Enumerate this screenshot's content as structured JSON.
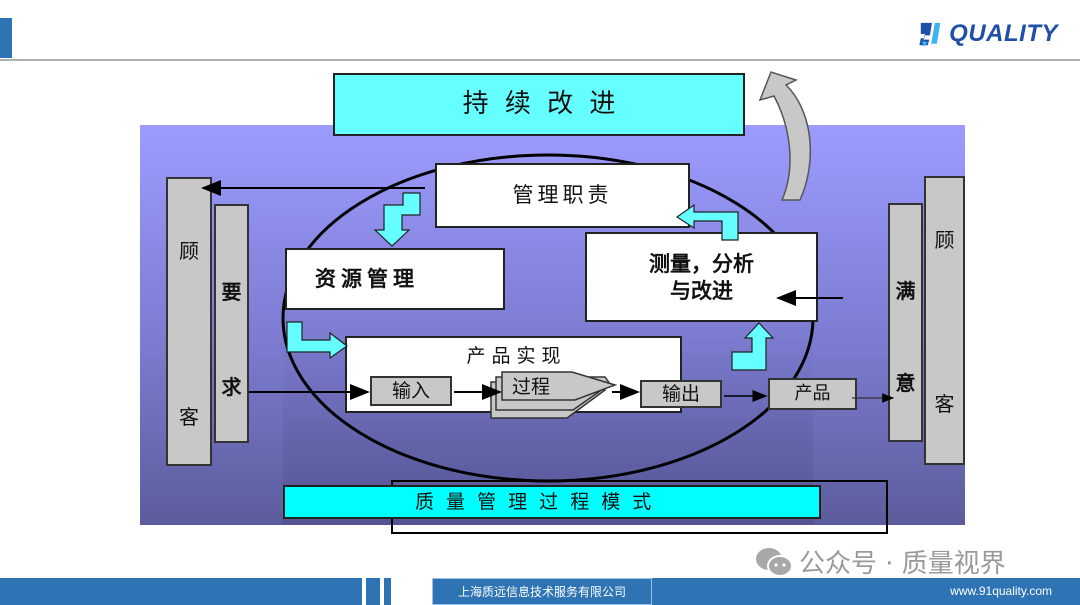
{
  "header": {
    "logo_text": "QUALITY",
    "logo_mark": "91"
  },
  "diagram": {
    "continuous_improvement": "持 续 改 进",
    "management_responsibility": "管理职责",
    "resource_management": "资源管理",
    "measurement_line1": "测量，分析",
    "measurement_line2": "与改进",
    "product_realization": "产 品 实 现",
    "input": "输入",
    "process": "过程",
    "output": "输出",
    "product": "产品",
    "customer_left": [
      "顾",
      "客"
    ],
    "requirements": [
      "要",
      "求"
    ],
    "satisfaction": [
      "满",
      "意"
    ],
    "customer_right": [
      "顾",
      "客"
    ],
    "model_title": "质 量 管 理 过 程 模 式"
  },
  "watermark": {
    "text": "公众号 · 质量视界",
    "icon": "wechat-icon"
  },
  "footer": {
    "company": "上海质远信息技术服务有限公司",
    "url": "www.91quality.com"
  },
  "colors": {
    "accent": "#2e74b5",
    "cyan": "#66ffff",
    "logo": "#1f4fa8"
  }
}
